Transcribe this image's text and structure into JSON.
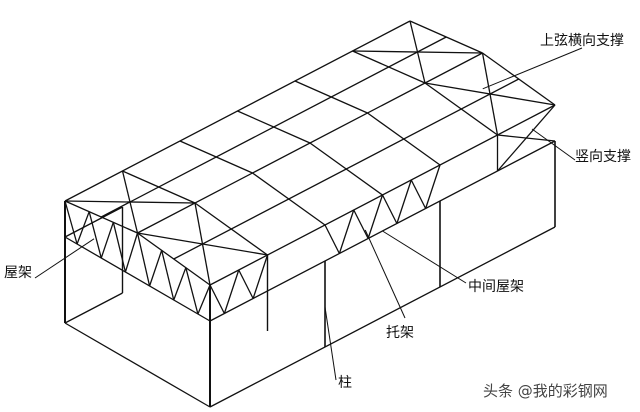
{
  "labels": {
    "top_chord_bracing": "上弦横向支撑",
    "vertical_bracing": "竖向支撑",
    "middle_truss": "中间屋架",
    "support_truss": "托架",
    "column": "柱",
    "roof_truss": "屋架"
  },
  "watermark": "头条 @我的彩钢网",
  "colors": {
    "line": "#111111",
    "background": "#ffffff"
  }
}
